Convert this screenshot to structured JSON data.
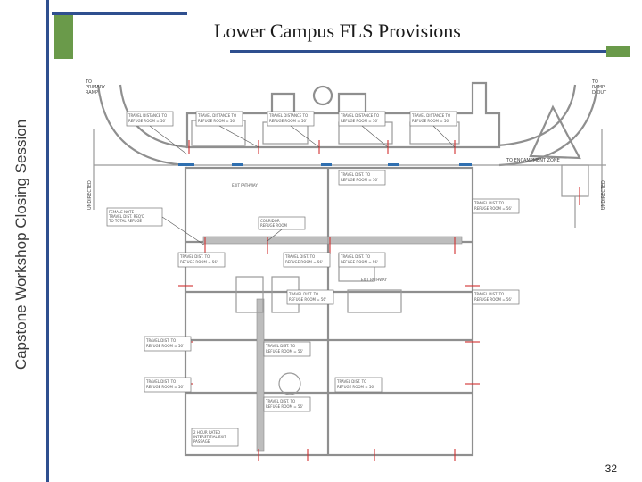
{
  "slide": {
    "title": "Lower Campus FLS Provisions",
    "sidebar_title": "Capstone Workshop Closing Session",
    "page_number": "32"
  },
  "plan": {
    "top_left_note": [
      "TO",
      "PRIMARY",
      "RAMP"
    ],
    "top_right_note": [
      "TO",
      "RAMP",
      "D OUT"
    ],
    "left_vertical_label": "UNDIRECTED",
    "right_vertical_label": "UNDIRECTED",
    "road_label": "TO ENCAMPMENT ZONE",
    "exit_path_label": "EXIT PATHWAY",
    "travel_note": [
      "TRAVEL DISTANCE TO",
      "TRAVEL DIST. TO",
      "REFUGE ROOM = 56'"
    ],
    "refuge_note": [
      "CORRIDOR",
      "REFUGE ROOM"
    ],
    "female_note": [
      "FEMALE NOTE",
      "TRAVEL DIST. REQ'D",
      "TO TOTAL REFUGE"
    ],
    "bottom_note": [
      "2 HOUR RATED",
      "INTERSTITIAL EXIT",
      "PASSAGE"
    ]
  },
  "colors": {
    "rule": "#2f4f8f",
    "accent_green": "#6a9a4a",
    "exit_red": "#d23030",
    "wall_gray": "#8f8f8f"
  }
}
